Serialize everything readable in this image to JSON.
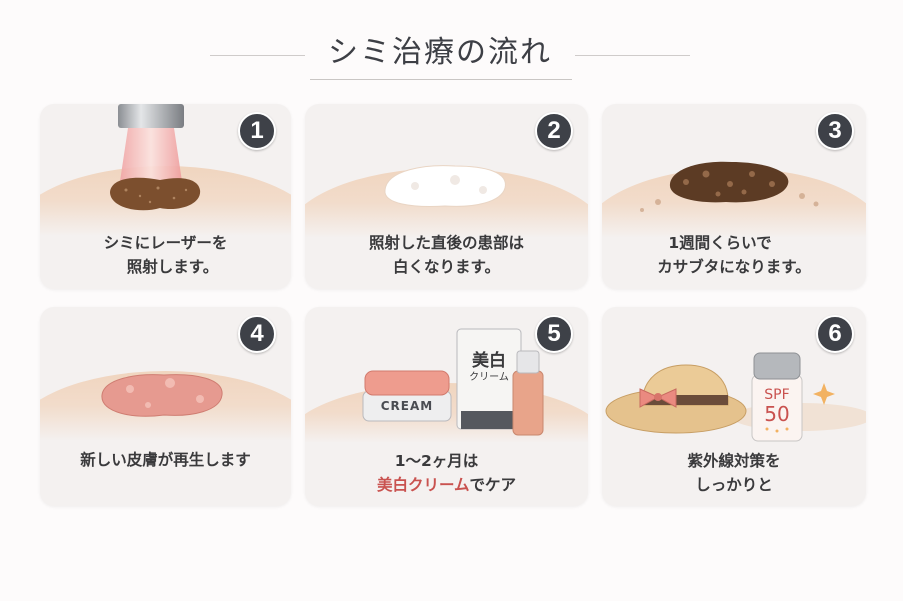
{
  "header": {
    "title": "シミ治療の流れ"
  },
  "colors": {
    "background": "#fdfbfb",
    "card_bg": "#f4f1f0",
    "badge_bg": "#3e4148",
    "text": "#3a3a3c",
    "accent": "#c9524f",
    "skin": "#f0d5bf"
  },
  "steps": [
    {
      "number": "1",
      "illustration": "laser-on-spot",
      "caption_line1": "シミにレーザーを",
      "caption_line2": "照射します。"
    },
    {
      "number": "2",
      "illustration": "whitened-area",
      "caption_line1": "照射した直後の患部は",
      "caption_line2": "白くなります。"
    },
    {
      "number": "3",
      "illustration": "scab",
      "caption_line1": "1週間くらいで",
      "caption_line2": "カサブタになります。"
    },
    {
      "number": "4",
      "illustration": "new-skin",
      "caption_line1": "新しい皮膚が再生します"
    },
    {
      "number": "5",
      "illustration": "whitening-cream-products",
      "caption_line1": "1～2ヶ月は",
      "caption_accent": "美白クリーム",
      "caption_rest": "でケア",
      "product_labels": {
        "jar": "CREAM",
        "tube_line1": "美白",
        "tube_line2": "クリーム"
      }
    },
    {
      "number": "6",
      "illustration": "sun-hat-and-sunscreen",
      "caption_line1": "紫外線対策を",
      "caption_line2": "しっかりと",
      "product_labels": {
        "bottle_line1": "SPF",
        "bottle_line2": "50"
      }
    }
  ]
}
